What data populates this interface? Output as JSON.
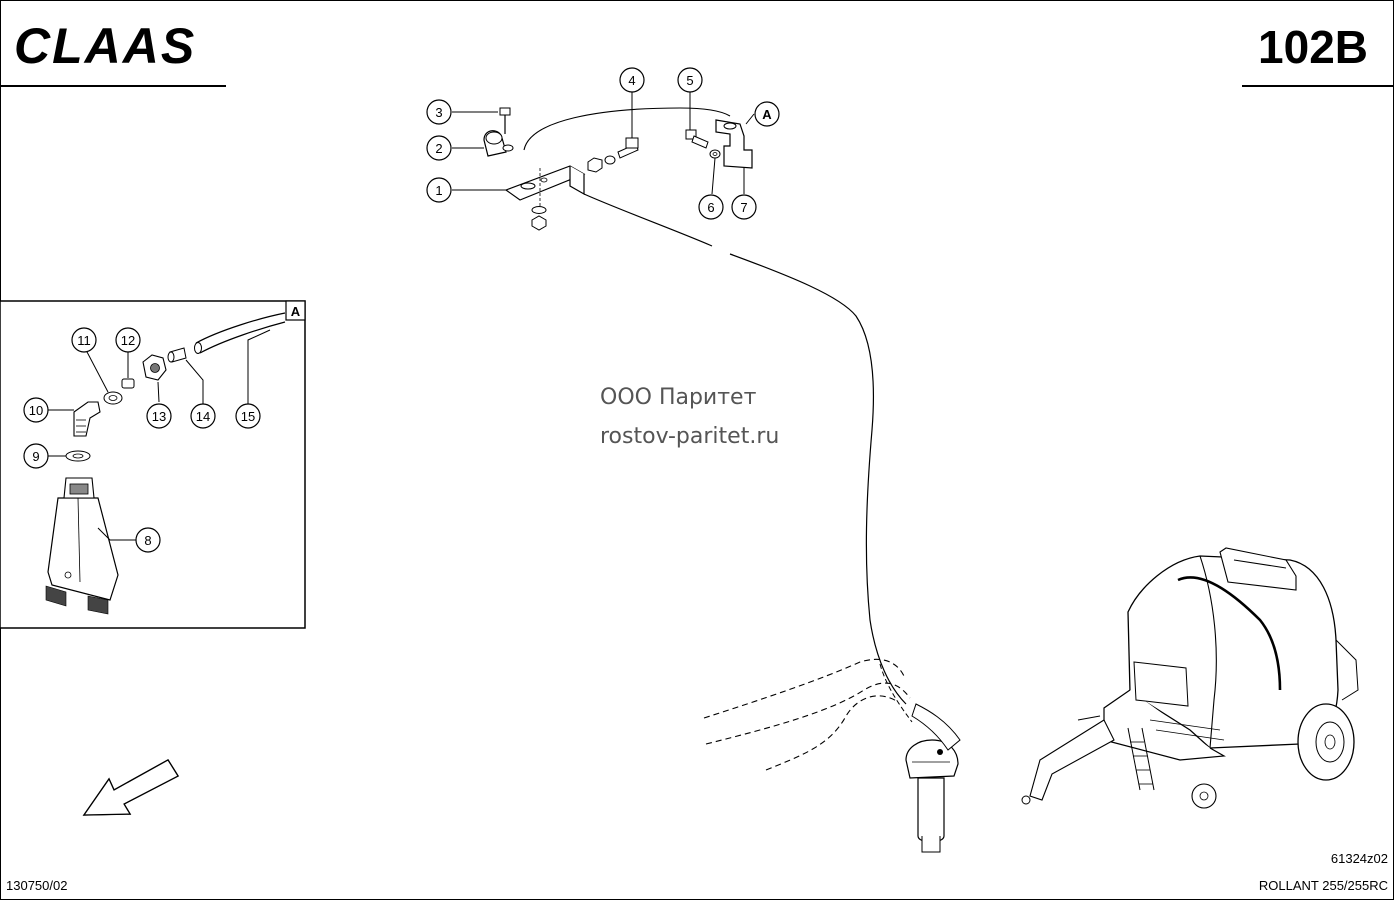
{
  "header": {
    "brand": "CLAAS",
    "page_code": "102B"
  },
  "watermark": {
    "line1": "ООО Паритет",
    "line2": "rostov-paritet.ru"
  },
  "footer": {
    "left_code": "130750/02",
    "drawing_code": "61324z02",
    "model": "ROLLANT 255/255RC"
  },
  "inset": {
    "label": "A"
  },
  "view_marker": "A",
  "callouts": [
    "1",
    "2",
    "3",
    "4",
    "5",
    "6",
    "7",
    "8",
    "9",
    "10",
    "11",
    "12",
    "13",
    "14",
    "15"
  ],
  "colors": {
    "ink": "#000000",
    "watermark": "#555555"
  },
  "icons": {
    "direction": "arrow-down-left-icon"
  }
}
